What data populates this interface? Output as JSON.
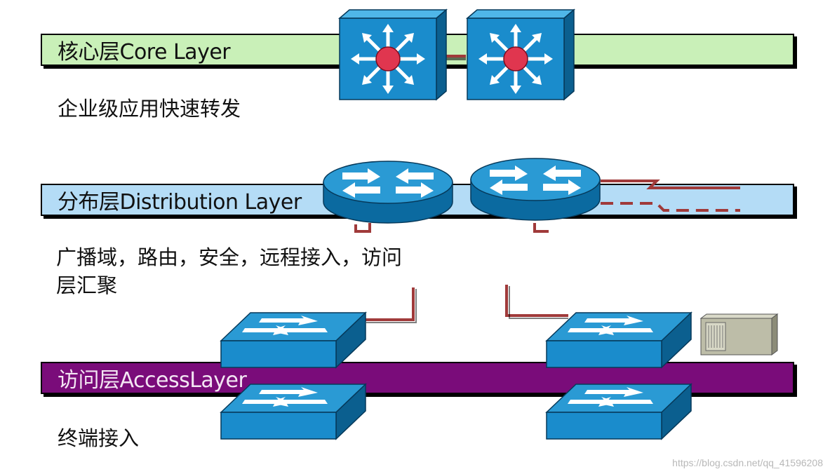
{
  "layers": {
    "core": {
      "label": "核心层Core Layer",
      "description": "企业级应用快速转发",
      "color": "#c9f0b8"
    },
    "distribution": {
      "label": "分布层Distribution Layer",
      "description_lines": [
        "广播域，路由，安全，远程接入，访问",
        "层汇聚"
      ],
      "color": "#b4dcf6"
    },
    "access": {
      "label": "访问层AccessLayer",
      "description": "终端接入",
      "color": "#7a0c7a"
    }
  },
  "colors": {
    "device": "#1a8ccc",
    "device_dark": "#0b5f8f",
    "link": "#a03a3a"
  },
  "watermark": "https://blog.csdn.net/qq_41596208"
}
